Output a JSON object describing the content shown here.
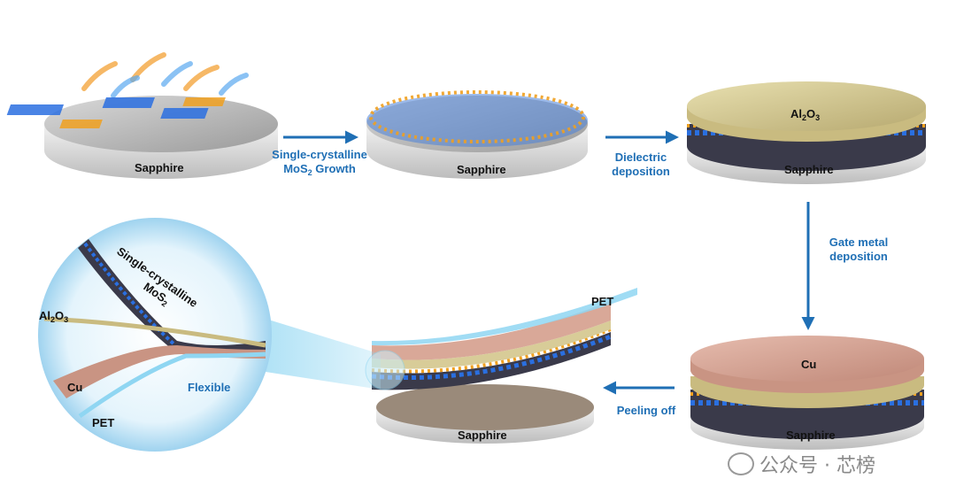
{
  "substrate_label": "Sapphire",
  "dielectric_label": "Al2O3",
  "gate_label": "Cu",
  "step1": "Single-crystalline",
  "step1b": "MoS2 Growth",
  "step2a": "Dielectric",
  "step2b": "deposition",
  "step3a": "Gate metal",
  "step3b": "deposition",
  "step4": "Peeling off",
  "pet_label": "PET",
  "inset": {
    "mos2_a": "Single-crystalline",
    "mos2_b": "MoS2",
    "al2o3": "Al2O3",
    "cu": "Cu",
    "pet": "PET",
    "flexible": "Flexible"
  },
  "watermark": "公众号 · 芯榜",
  "colors": {
    "arrow": "#1f6fb5",
    "mo": "#2a6fe0",
    "s": "#f0a020",
    "cu": "#d9a898",
    "al2o3": "#d8cc98"
  }
}
